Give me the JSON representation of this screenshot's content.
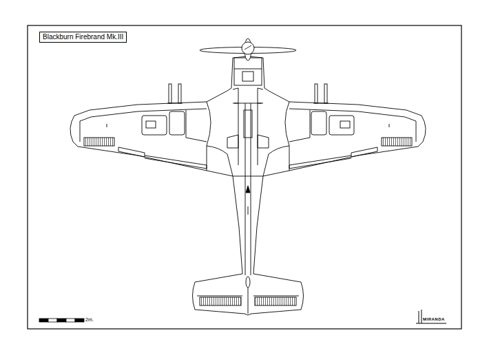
{
  "diagram": {
    "title": "Blackburn Firebrand Mk.III",
    "labels": [
      "2m.",
      "MIRANDA"
    ]
  }
}
